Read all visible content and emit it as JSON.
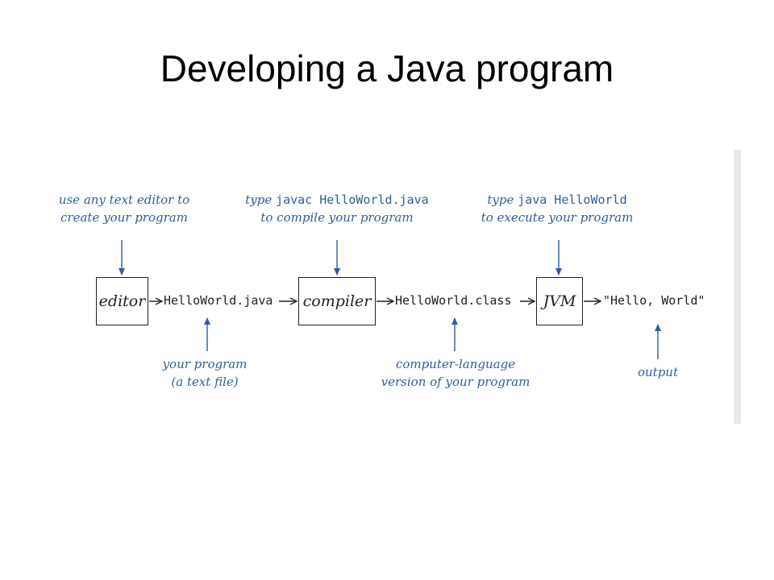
{
  "title": "Developing a Java program",
  "notes": {
    "editor_top": {
      "line1": "use any text editor to",
      "line2": "create your program"
    },
    "compiler_top": {
      "prefix": "type",
      "command": "javac HelloWorld.java",
      "line2": "to compile your program"
    },
    "jvm_top": {
      "prefix": "type",
      "command": "java HelloWorld",
      "line2": "to execute your program"
    },
    "java_file_bottom": {
      "line1": "your program",
      "line2": "(a text file)"
    },
    "class_file_bottom": {
      "line1": "computer-language",
      "line2": "version of your program"
    },
    "output_bottom": {
      "line1": "output"
    }
  },
  "boxes": {
    "editor": "editor",
    "compiler": "compiler",
    "jvm": "JVM"
  },
  "files": {
    "java": "HelloWorld.java",
    "class": "HelloWorld.class",
    "output": "\"Hello, World\""
  },
  "colors": {
    "annotation": "#2f5f98",
    "box_border": "#222222",
    "text": "#222222"
  }
}
